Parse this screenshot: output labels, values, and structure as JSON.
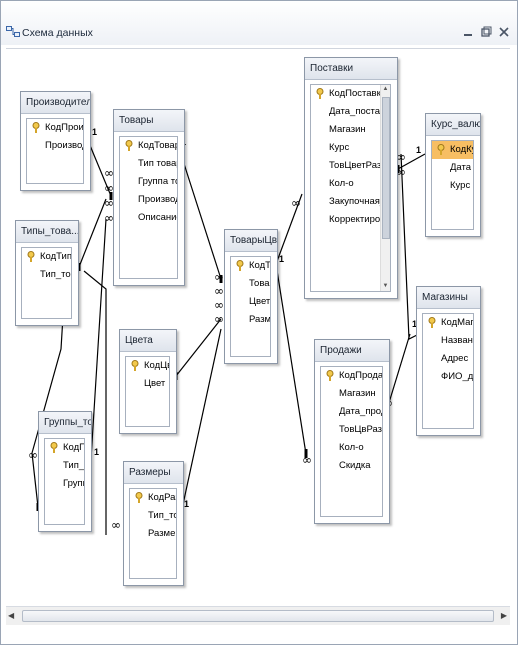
{
  "window": {
    "title": "Схема данных"
  },
  "tables": {
    "proizvoditeli": {
      "title": "Производители",
      "fields": [
        "КодПроизв",
        "Производитель"
      ]
    },
    "tipy": {
      "title": "Типы_това...",
      "fields": [
        "КодТипТо",
        "Тип_това"
      ]
    },
    "gruppy": {
      "title": "Группы_тов...",
      "fields": [
        "КодГрупп",
        "Тип_това",
        "Группа_т"
      ]
    },
    "tovary": {
      "title": "Товары",
      "fields": [
        "КодТовара",
        "Тип товара",
        "Группа товара",
        "Производитель",
        "Описание"
      ]
    },
    "cveta": {
      "title": "Цвета",
      "fields": [
        "КодЦвета",
        "Цвет"
      ]
    },
    "razmery": {
      "title": "Размеры",
      "fields": [
        "КодРазмера",
        "Тип_товара",
        "Размер"
      ]
    },
    "tovcvet": {
      "title": "ТоварыЦве...",
      "fields": [
        "КодТовЦв",
        "Товар",
        "Цвет",
        "Размер"
      ]
    },
    "postavki": {
      "title": "Поставки",
      "fields": [
        "КодПоставки",
        "Дата_поставки",
        "Магазин",
        "Курс",
        "ТовЦветРазм",
        "Кол-о",
        "Закупочная_цена",
        "Корректировка_стои"
      ]
    },
    "prodazhi": {
      "title": "Продажи",
      "fields": [
        "КодПродажи",
        "Магазин",
        "Дата_продаж",
        "ТовЦвРазм",
        "Кол-о",
        "Скидка"
      ]
    },
    "kurs": {
      "title": "Курс_валют",
      "fields": [
        "КодКурс",
        "Дата",
        "Курс"
      ]
    },
    "magaziny": {
      "title": "Магазины",
      "fields": [
        "КодМаг",
        "Название",
        "Адрес",
        "ФИО_дир"
      ]
    }
  },
  "relations": {
    "one": "1",
    "many": "∞"
  }
}
